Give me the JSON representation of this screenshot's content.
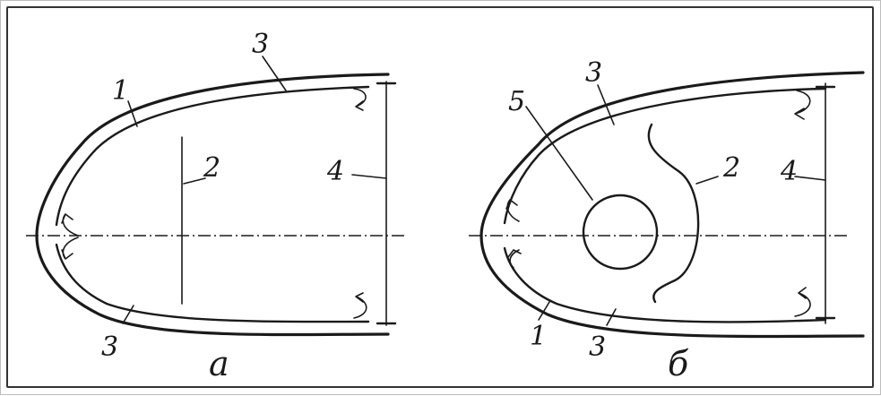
{
  "panels": [
    {
      "id": "a",
      "caption": "а",
      "labels": [
        "1",
        "2",
        "3",
        "3",
        "4"
      ]
    },
    {
      "id": "b",
      "caption": "б",
      "labels": [
        "1",
        "2",
        "3",
        "3",
        "4",
        "5"
      ]
    }
  ]
}
